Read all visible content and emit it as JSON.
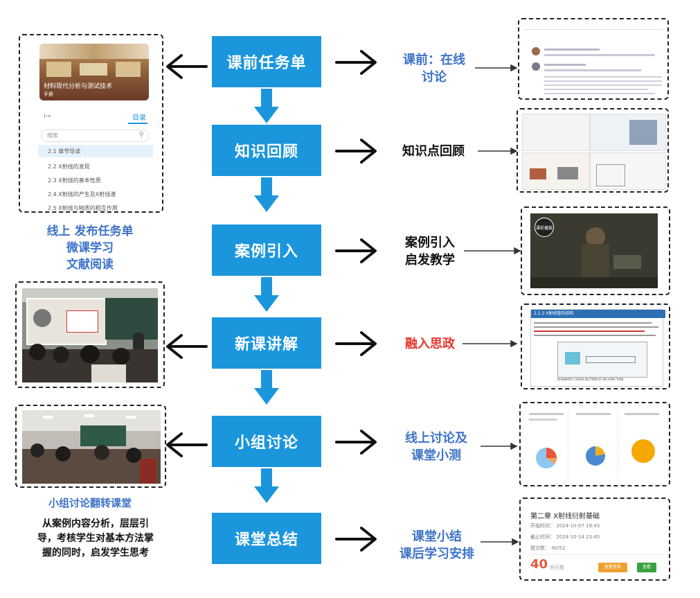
{
  "steps": [
    {
      "label": "课前任务单"
    },
    {
      "label": "知识回顾"
    },
    {
      "label": "案例引入"
    },
    {
      "label": "新课讲解"
    },
    {
      "label": "小组讨论"
    },
    {
      "label": "课堂总结"
    }
  ],
  "right_labels": {
    "s1": [
      "课前：在线",
      "讨论"
    ],
    "s2": [
      "知识点回顾"
    ],
    "s3": [
      "案例引入",
      "启发教学"
    ],
    "s4": [
      "融入思政"
    ],
    "s5": [
      "线上讨论及",
      "课堂小测"
    ],
    "s6": [
      "课堂小结",
      "课后学习安排"
    ]
  },
  "left_texts": {
    "online": [
      "线上 发布任务单",
      "微课学习",
      "文献阅读"
    ],
    "group_caption": "小组讨论翻转课堂",
    "note": [
      "从案例内容分析，层层引",
      "导，考核学生对基本方法掌",
      "握的同时，启发学生思考"
    ]
  },
  "course_panel": {
    "title": "材料现代分析与测试技术",
    "subtitle": "手册",
    "tab_left": "I→",
    "tab_right": "目录",
    "search_placeholder": "搜索",
    "toc": [
      "2.1 章节导读",
      "2.2 X射线的发现",
      "2.3 X射线的基本性质",
      "2.4 X射线的产生及X射线谱",
      "2.5 X射线与物质的相互作用"
    ]
  },
  "quiz_panel": {
    "title": "第二章 X射线衍射基础",
    "start": "开始时间：  2024-10-07 19:43",
    "end": "截止时间：  2024-10-14 23:45",
    "submitted": "提交数：  40/52",
    "big_number": "40",
    "big_unit": "份已批",
    "btn1": "查看答案",
    "btn2": "查看"
  },
  "slide_panel": {
    "header": "2.1.2  X射线管的结构",
    "caption": "SCHEMATIC CROSS SECTION OF AN X-RAY TUBE"
  },
  "video_panel": {
    "badge": "课前播报"
  },
  "colors": {
    "step_blue": "#1b96dd",
    "label_blue": "#3d73c8",
    "label_red": "#e8382e"
  }
}
